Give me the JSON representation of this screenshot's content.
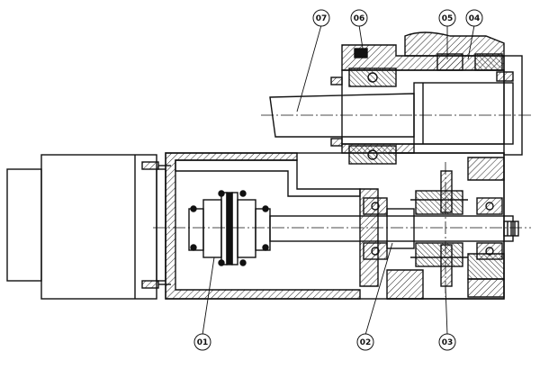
{
  "drawing": {
    "type": "mechanical-section-assembly",
    "callouts": [
      {
        "id": "c01",
        "label": "01"
      },
      {
        "id": "c02",
        "label": "02"
      },
      {
        "id": "c03",
        "label": "03"
      },
      {
        "id": "c04",
        "label": "04"
      },
      {
        "id": "c05",
        "label": "05"
      },
      {
        "id": "c06",
        "label": "06"
      },
      {
        "id": "c07",
        "label": "07"
      }
    ]
  },
  "colors": {
    "line": "#111111",
    "hatch": "#222222",
    "background": "#ffffff"
  }
}
